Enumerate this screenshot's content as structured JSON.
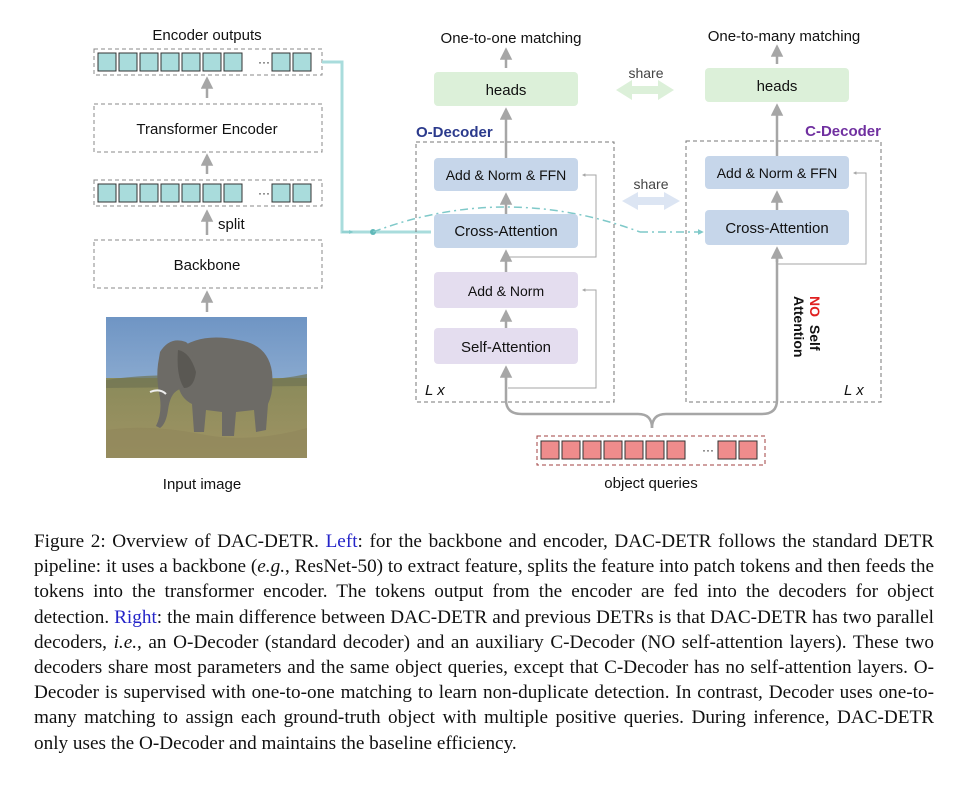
{
  "figure": {
    "encoder_outputs_label": "Encoder outputs",
    "transformer_encoder_label": "Transformer Encoder",
    "split_label": "split",
    "backbone_label": "Backbone",
    "input_image_label": "Input image",
    "one_to_one_label": "One-to-one matching",
    "one_to_many_label": "One-to-many matching",
    "heads_label": "heads",
    "share_label": "share",
    "o_decoder_label": "O-Decoder",
    "c_decoder_label": "C-Decoder",
    "add_norm_ffn_label": "Add & Norm & FFN",
    "cross_attention_label": "Cross-Attention",
    "add_norm_label": "Add & Norm",
    "self_attention_label": "Self-Attention",
    "layers_label": "L x",
    "no_label": "NO",
    "self_label": "Self",
    "attention_label": "Attention",
    "ellipsis": "···",
    "object_queries_label": "object queries",
    "colors": {
      "token_fill": "#a9dcdc",
      "query_fill": "#ef8c8c",
      "heads_fill": "#dcf0d9",
      "decoder_block_fill": "#c6d6ea",
      "self_attention_fill": "#e4ddef",
      "o_decoder_color": "#2b3a8c",
      "c_decoder_color": "#7030a0",
      "no_color": "#e02020",
      "arrow_gray": "#a6a6a6",
      "teal_line": "#a9dcdc"
    }
  },
  "caption": {
    "figure_label": "Figure 2: Overview of DAC-DETR. ",
    "left_label": "Left",
    "part1": ": for the backbone and encoder, DAC-DETR follows the standard DETR pipeline: it uses a backbone (",
    "eg": "e.g.",
    "part2": ", ResNet-50) to extract feature, splits the feature into patch tokens and then feeds the tokens into the transformer encoder. The tokens output from the encoder are fed into the decoders for object detection. ",
    "right_label": "Right",
    "part3": ": the main difference between DAC-DETR and previous DETRs is that DAC-DETR has two parallel decoders, ",
    "ie": "i.e.",
    "part4": ", an O-Decoder (standard decoder) and an auxiliary C-Decoder (NO self-attention layers). These two decoders share most parameters and the same object queries, except that C-Decoder has no self-attention layers. O-Decoder is supervised with one-to-one matching to learn non-duplicate detection. In contrast, Decoder uses one-to-many matching to assign each ground-truth object with multiple positive queries. During inference, DAC-DETR only uses the O-Decoder and maintains the baseline efficiency."
  }
}
